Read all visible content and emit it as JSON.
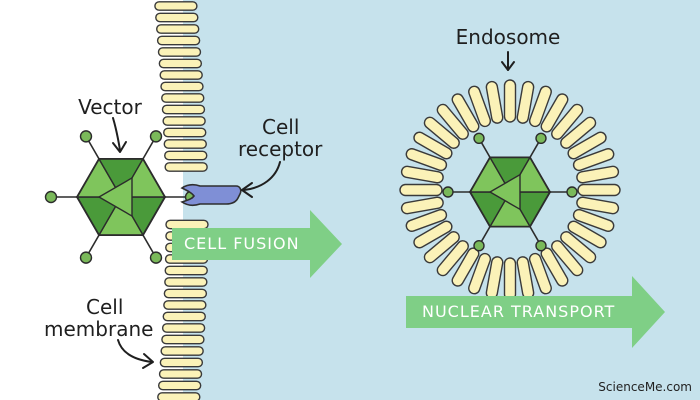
{
  "labels": {
    "vector": "Vector",
    "cell_receptor_line1": "Cell",
    "cell_receptor_line2": "receptor",
    "cell_membrane_line1": "Cell",
    "cell_membrane_line2": "membrane",
    "endosome": "Endosome"
  },
  "arrows": {
    "cell_fusion": "CELL FUSION",
    "nuclear_transport": "NUCLEAR TRANSPORT"
  },
  "credit": "ScienceMe.com",
  "colors": {
    "cell_interior": "#c6e2ec",
    "lipid_fill": "#fbf2b8",
    "lipid_outline": "#3a3a3a",
    "capsid_dark": "#4a9a3a",
    "capsid_light": "#7fc55c",
    "spike_tip": "#7ab95a",
    "receptor": "#7f8fd6",
    "arrow": "#7fcf86"
  }
}
